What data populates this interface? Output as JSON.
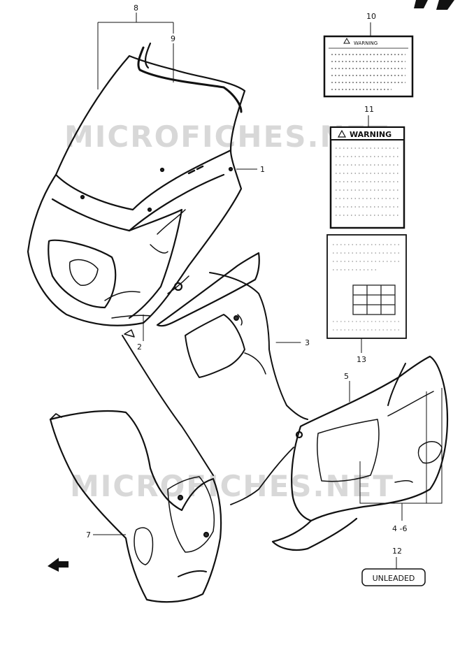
{
  "callouts": {
    "c1": "1",
    "c2": "2",
    "c3": "3",
    "c4_6": "4 -6",
    "c5": "5",
    "c7": "7",
    "c8": "8",
    "c9": "9",
    "c10": "10",
    "c11": "11",
    "c12": "12",
    "c13": "13"
  },
  "labels": {
    "warning_small": "WARNING",
    "warning_large": "WARNING",
    "unleaded": "UNLEADED"
  },
  "watermark": {
    "line1": "MICROFICHES.NET",
    "line2": "MICROFICHES.NET"
  },
  "colors": {
    "ink": "#111111",
    "watermark": "#d8d8d8"
  }
}
